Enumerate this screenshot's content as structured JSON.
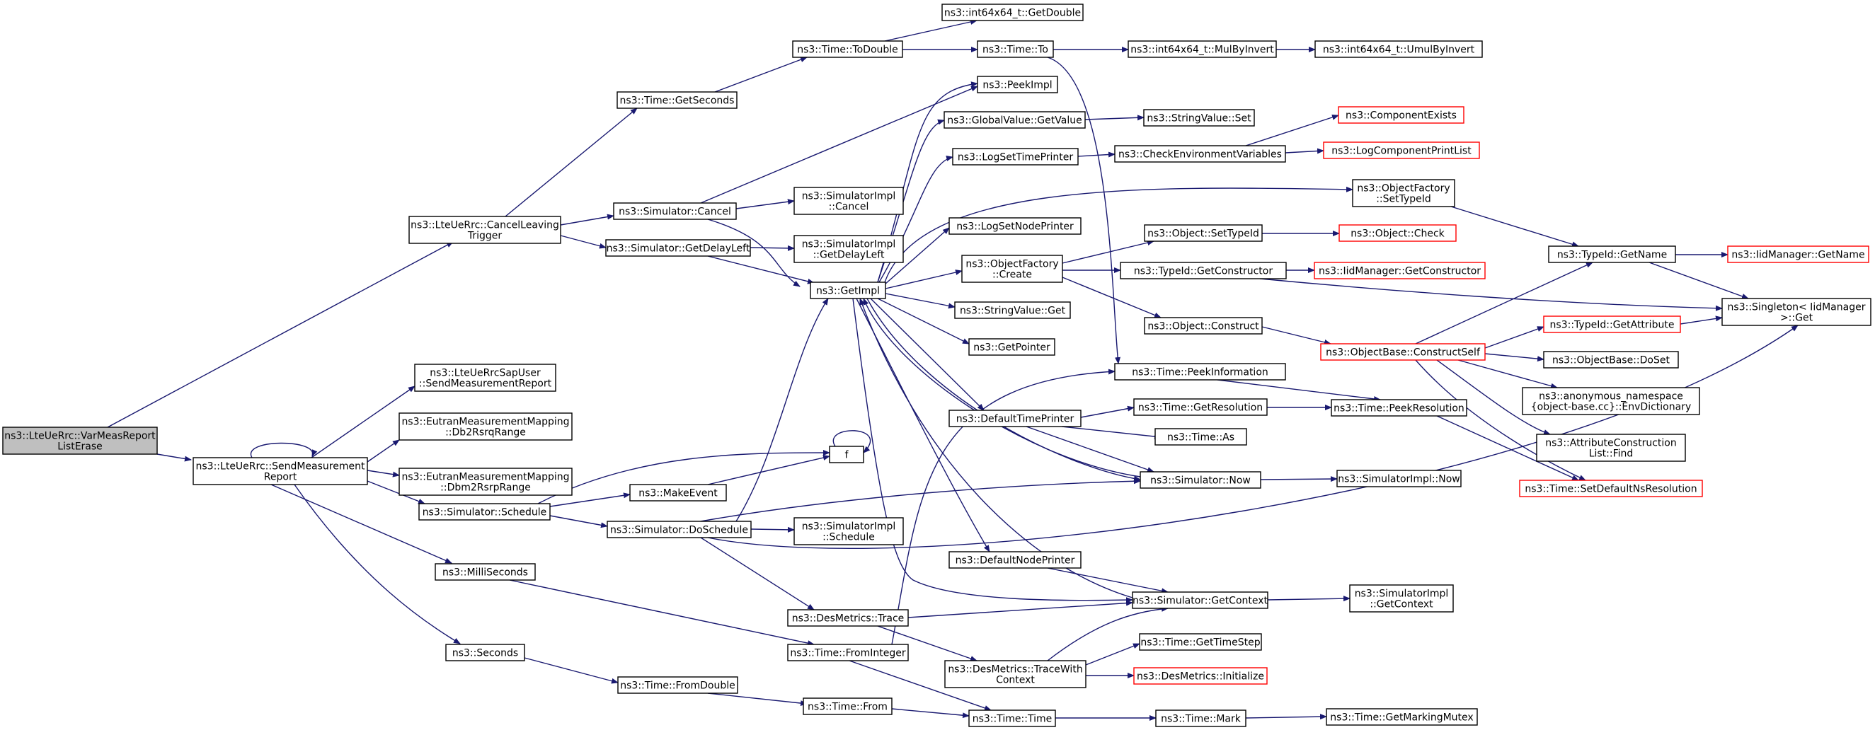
{
  "diagram": {
    "colors": {
      "edge": "#191970",
      "root_fill": "#bfbfbf",
      "node_fill": "#ffffff",
      "node_border": "#000000",
      "truncated_border": "#ff0000"
    },
    "nodes": [
      {
        "id": "root",
        "lines": [
          "ns3::LteUeRrc::VarMeasReport",
          "ListErase"
        ],
        "style": "root"
      },
      {
        "id": "n_clt",
        "lines": [
          "ns3::LteUeRrc::CancelLeaving",
          "Trigger"
        ]
      },
      {
        "id": "n_smr",
        "lines": [
          "ns3::LteUeRrc::SendMeasurement",
          "Report"
        ]
      },
      {
        "id": "n_tgs",
        "lines": [
          "ns3::Time::GetSeconds"
        ]
      },
      {
        "id": "n_ttd",
        "lines": [
          "ns3::Time::ToDouble"
        ]
      },
      {
        "id": "n_igd",
        "lines": [
          "ns3::int64x64_t::GetDouble"
        ]
      },
      {
        "id": "n_tto",
        "lines": [
          "ns3::Time::To"
        ]
      },
      {
        "id": "n_imi",
        "lines": [
          "ns3::int64x64_t::MulByInvert"
        ]
      },
      {
        "id": "n_iui",
        "lines": [
          "ns3::int64x64_t::UmulByInvert"
        ]
      },
      {
        "id": "n_pim",
        "lines": [
          "ns3::PeekImpl"
        ]
      },
      {
        "id": "n_ggv",
        "lines": [
          "ns3::GlobalValue::GetValue"
        ]
      },
      {
        "id": "n_svs",
        "lines": [
          "ns3::StringValue::Set"
        ]
      },
      {
        "id": "n_lst",
        "lines": [
          "ns3::LogSetTimePrinter"
        ]
      },
      {
        "id": "n_cev",
        "lines": [
          "ns3::CheckEnvironmentVariables"
        ]
      },
      {
        "id": "n_cex",
        "lines": [
          "ns3::ComponentExists"
        ],
        "style": "truncated"
      },
      {
        "id": "n_lcp",
        "lines": [
          "ns3::LogComponentPrintList"
        ],
        "style": "truncated"
      },
      {
        "id": "n_scn",
        "lines": [
          "ns3::Simulator::Cancel"
        ]
      },
      {
        "id": "n_sic",
        "lines": [
          "ns3::SimulatorImpl",
          "::Cancel"
        ]
      },
      {
        "id": "n_ofs",
        "lines": [
          "ns3::ObjectFactory",
          "::SetTypeId"
        ]
      },
      {
        "id": "n_sgd",
        "lines": [
          "ns3::Simulator::GetDelayLeft"
        ]
      },
      {
        "id": "n_sigd",
        "lines": [
          "ns3::SimulatorImpl",
          "::GetDelayLeft"
        ]
      },
      {
        "id": "n_lsn",
        "lines": [
          "ns3::LogSetNodePrinter"
        ]
      },
      {
        "id": "n_tgn",
        "lines": [
          "ns3::TypeId::GetName"
        ]
      },
      {
        "id": "n_igname",
        "lines": [
          "ns3::IidManager::GetName"
        ],
        "style": "truncated"
      },
      {
        "id": "n_gim",
        "lines": [
          "ns3::GetImpl"
        ]
      },
      {
        "id": "n_ofc",
        "lines": [
          "ns3::ObjectFactory",
          "::Create"
        ]
      },
      {
        "id": "n_ost",
        "lines": [
          "ns3::Object::SetTypeId"
        ]
      },
      {
        "id": "n_och",
        "lines": [
          "ns3::Object::Check"
        ],
        "style": "truncated"
      },
      {
        "id": "n_tgc",
        "lines": [
          "ns3::TypeId::GetConstructor"
        ]
      },
      {
        "id": "n_igc",
        "lines": [
          "ns3::IidManager::GetConstructor"
        ],
        "style": "truncated"
      },
      {
        "id": "n_sng",
        "lines": [
          "ns3::Singleton< IidManager",
          " >::Get"
        ]
      },
      {
        "id": "n_svg",
        "lines": [
          "ns3::StringValue::Get"
        ]
      },
      {
        "id": "n_oco",
        "lines": [
          "ns3::Object::Construct"
        ]
      },
      {
        "id": "n_gpt",
        "lines": [
          "ns3::GetPointer"
        ]
      },
      {
        "id": "n_obc",
        "lines": [
          "ns3::ObjectBase::ConstructSelf"
        ],
        "style": "truncated"
      },
      {
        "id": "n_tga",
        "lines": [
          "ns3::TypeId::GetAttribute"
        ],
        "style": "truncated"
      },
      {
        "id": "n_lus",
        "lines": [
          "ns3::LteUeRrcSapUser",
          "::SendMeasurementReport"
        ]
      },
      {
        "id": "n_obd",
        "lines": [
          "ns3::ObjectBase::DoSet"
        ]
      },
      {
        "id": "n_tpi",
        "lines": [
          "ns3::Time::PeekInformation"
        ]
      },
      {
        "id": "n_ant",
        "lines": [
          "ns3::anonymous_namespace",
          "{object-base.cc}::EnvDictionary"
        ]
      },
      {
        "id": "n_emr",
        "lines": [
          "ns3::EutranMeasurementMapping",
          "::Db2RsrqRange"
        ]
      },
      {
        "id": "n_dtp",
        "lines": [
          "ns3::DefaultTimePrinter"
        ]
      },
      {
        "id": "n_tgr",
        "lines": [
          "ns3::Time::GetResolution"
        ]
      },
      {
        "id": "n_tpr",
        "lines": [
          "ns3::Time::PeekResolution"
        ]
      },
      {
        "id": "n_tas",
        "lines": [
          "ns3::Time::As"
        ]
      },
      {
        "id": "n_acl",
        "lines": [
          "ns3::AttributeConstruction",
          "List::Find"
        ]
      },
      {
        "id": "n_f",
        "lines": [
          "f"
        ]
      },
      {
        "id": "n_emp",
        "lines": [
          "ns3::EutranMeasurementMapping",
          "::Dbm2RsrpRange"
        ]
      },
      {
        "id": "n_snw",
        "lines": [
          "ns3::Simulator::Now"
        ]
      },
      {
        "id": "n_sinw",
        "lines": [
          "ns3::SimulatorImpl::Now"
        ]
      },
      {
        "id": "n_tsd",
        "lines": [
          "ns3::Time::SetDefaultNsResolution"
        ],
        "style": "truncated"
      },
      {
        "id": "n_mke",
        "lines": [
          "ns3::MakeEvent"
        ]
      },
      {
        "id": "n_ssc",
        "lines": [
          "ns3::Simulator::Schedule"
        ]
      },
      {
        "id": "n_sds",
        "lines": [
          "ns3::Simulator::DoSchedule"
        ]
      },
      {
        "id": "n_sis",
        "lines": [
          "ns3::SimulatorImpl",
          "::Schedule"
        ]
      },
      {
        "id": "n_dnp",
        "lines": [
          "ns3::DefaultNodePrinter"
        ]
      },
      {
        "id": "n_mls",
        "lines": [
          "ns3::MilliSeconds"
        ]
      },
      {
        "id": "n_sgc",
        "lines": [
          "ns3::Simulator::GetContext"
        ]
      },
      {
        "id": "n_sigc",
        "lines": [
          "ns3::SimulatorImpl",
          "::GetContext"
        ]
      },
      {
        "id": "n_dmt",
        "lines": [
          "ns3::DesMetrics::Trace"
        ]
      },
      {
        "id": "n_tfi",
        "lines": [
          "ns3::Time::FromInteger"
        ]
      },
      {
        "id": "n_tgt",
        "lines": [
          "ns3::Time::GetTimeStep"
        ]
      },
      {
        "id": "n_dmw",
        "lines": [
          "ns3::DesMetrics::TraceWith",
          "Context"
        ]
      },
      {
        "id": "n_dmi",
        "lines": [
          "ns3::DesMetrics::Initialize"
        ],
        "style": "truncated"
      },
      {
        "id": "n_sec",
        "lines": [
          "ns3::Seconds"
        ]
      },
      {
        "id": "n_tfd",
        "lines": [
          "ns3::Time::FromDouble"
        ]
      },
      {
        "id": "n_tfr",
        "lines": [
          "ns3::Time::From"
        ]
      },
      {
        "id": "n_ttm",
        "lines": [
          "ns3::Time::Time"
        ]
      },
      {
        "id": "n_tmk",
        "lines": [
          "ns3::Time::Mark"
        ]
      },
      {
        "id": "n_tgm",
        "lines": [
          "ns3::Time::GetMarkingMutex"
        ]
      }
    ]
  }
}
